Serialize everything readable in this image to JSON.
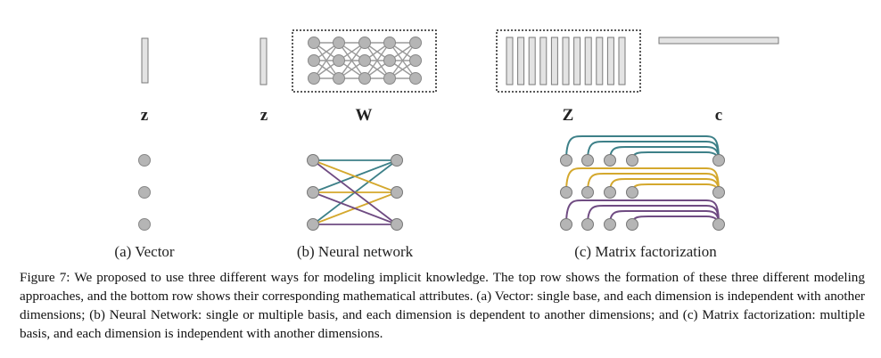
{
  "panels": {
    "a": {
      "symbol": "z",
      "subcaption": "(a) Vector"
    },
    "b": {
      "symbol_z": "z",
      "symbol_w": "W",
      "subcaption": "(b) Neural network"
    },
    "c": {
      "symbol_z": "Z",
      "symbol_c": "c",
      "subcaption": "(c) Matrix factorization"
    }
  },
  "colors": {
    "node_fill": "#b5b5b5",
    "node_stroke": "#777777",
    "teal": "#3d8088",
    "gold": "#d4a82d",
    "purple": "#6f4b82",
    "box_fill": "#e3e3e3",
    "box_stroke": "#7a7a7a"
  },
  "caption": "Figure 7: We proposed to use three different ways for modeling implicit knowledge. The top row shows the formation of these three different modeling approaches, and the bottom row shows their corresponding mathematical attributes. (a) Vector: single base, and each dimension is independent with another dimensions; (b) Neural Network: single or multiple basis, and each dimension is dependent to another dimensions; and (c) Matrix factorization: multiple basis, and each dimension is independent with another dimensions."
}
